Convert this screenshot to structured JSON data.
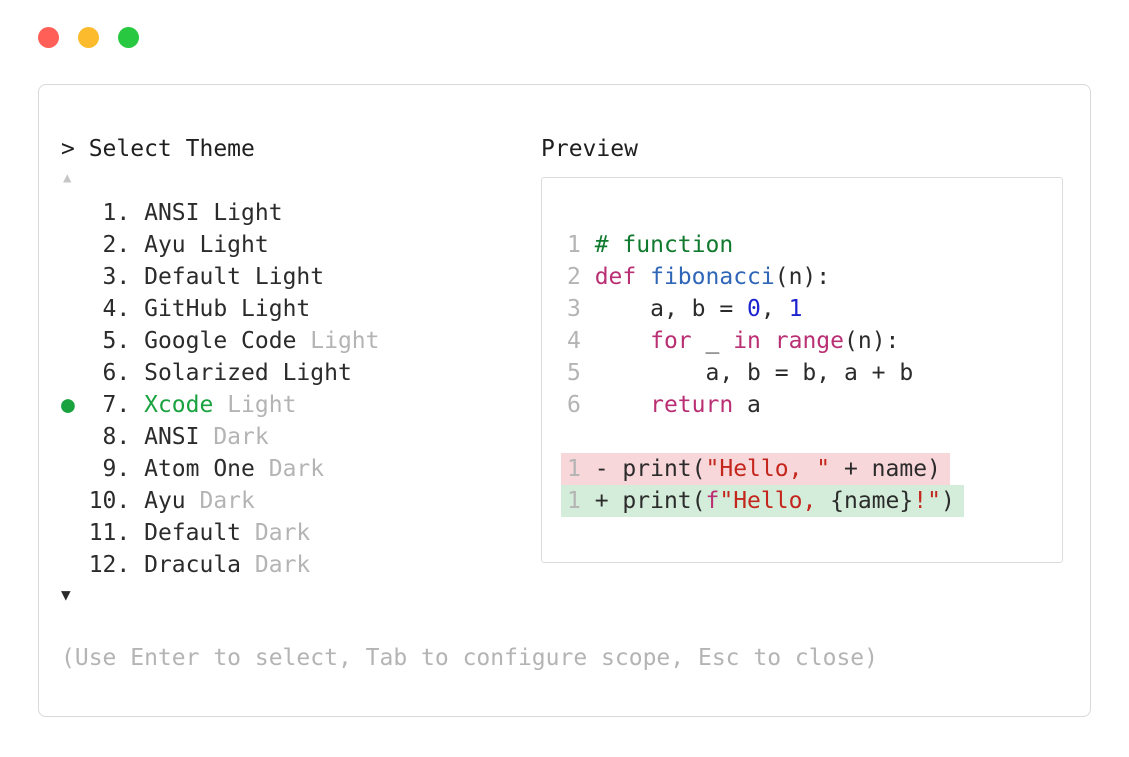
{
  "window": {
    "traffic_lights": [
      {
        "name": "close",
        "color": "#ff5f57"
      },
      {
        "name": "minimize",
        "color": "#fcbb2d"
      },
      {
        "name": "maximize",
        "color": "#28c840"
      }
    ]
  },
  "theme_panel": {
    "title": "> Select Theme",
    "scroll_up": "▲",
    "scroll_down": "▼",
    "selected_bullet": "●",
    "hint": "(Use Enter to select, Tab to configure scope, Esc to close)",
    "items": [
      {
        "number": " 1. ",
        "name": "ANSI Light",
        "suffix": "",
        "selected": false
      },
      {
        "number": " 2. ",
        "name": "Ayu Light",
        "suffix": "",
        "selected": false
      },
      {
        "number": " 3. ",
        "name": "Default Light",
        "suffix": "",
        "selected": false
      },
      {
        "number": " 4. ",
        "name": "GitHub Light",
        "suffix": "",
        "selected": false
      },
      {
        "number": " 5. ",
        "name": "Google Code",
        "suffix": " Light",
        "selected": false
      },
      {
        "number": " 6. ",
        "name": "Solarized Light",
        "suffix": "",
        "selected": false
      },
      {
        "number": " 7. ",
        "name": "Xcode",
        "suffix": " Light",
        "selected": true
      },
      {
        "number": " 8. ",
        "name": "ANSI",
        "suffix": " Dark",
        "selected": false
      },
      {
        "number": " 9. ",
        "name": "Atom One",
        "suffix": " Dark",
        "selected": false
      },
      {
        "number": "10. ",
        "name": "Ayu",
        "suffix": " Dark",
        "selected": false
      },
      {
        "number": "11. ",
        "name": "Default",
        "suffix": " Dark",
        "selected": false
      },
      {
        "number": "12. ",
        "name": "Dracula",
        "suffix": " Dark",
        "selected": false
      }
    ]
  },
  "preview_panel": {
    "title": "Preview",
    "code_lines": [
      {
        "ln": "1",
        "tokens": [
          [
            "comment",
            "# function"
          ]
        ]
      },
      {
        "ln": "2",
        "tokens": [
          [
            "kw",
            "def"
          ],
          [
            "plain",
            " "
          ],
          [
            "fn",
            "fibonacci"
          ],
          [
            "plain",
            "(n):"
          ]
        ]
      },
      {
        "ln": "3",
        "tokens": [
          [
            "plain",
            "    a, b = "
          ],
          [
            "num",
            "0"
          ],
          [
            "plain",
            ", "
          ],
          [
            "num",
            "1"
          ]
        ]
      },
      {
        "ln": "4",
        "tokens": [
          [
            "plain",
            "    "
          ],
          [
            "kw",
            "for"
          ],
          [
            "plain",
            " _ "
          ],
          [
            "kw",
            "in"
          ],
          [
            "plain",
            " "
          ],
          [
            "kw",
            "range"
          ],
          [
            "plain",
            "(n):"
          ]
        ]
      },
      {
        "ln": "5",
        "tokens": [
          [
            "plain",
            "        a, b = b, a + b"
          ]
        ]
      },
      {
        "ln": "6",
        "tokens": [
          [
            "plain",
            "    "
          ],
          [
            "kw",
            "return"
          ],
          [
            "plain",
            " a"
          ]
        ]
      },
      {
        "ln": "",
        "tokens": []
      }
    ],
    "diff_lines": [
      {
        "ln": "1",
        "sign": "- ",
        "type": "removed",
        "tokens": [
          [
            "plain",
            "print("
          ],
          [
            "str",
            "\"Hello, \""
          ],
          [
            "plain",
            " + name)"
          ]
        ]
      },
      {
        "ln": "1",
        "sign": "+ ",
        "type": "added",
        "tokens": [
          [
            "plain",
            "print("
          ],
          [
            "kw",
            "f"
          ],
          [
            "str",
            "\"Hello, "
          ],
          [
            "plain",
            "{name}"
          ],
          [
            "str",
            "!\""
          ],
          [
            "plain",
            ")"
          ]
        ]
      }
    ]
  },
  "colors": {
    "text": "#2b2b2b",
    "muted": "#b4b4b4",
    "green_selected": "#1aa23f",
    "comment": "#117a2e",
    "keyword": "#ba2f74",
    "function_name": "#2f66b8",
    "number_literal": "#1d24cf",
    "string_literal": "#c4261d",
    "diff_removed_bg": "#f8d7da",
    "diff_added_bg": "#d4edda",
    "border": "#d9d9d9"
  }
}
